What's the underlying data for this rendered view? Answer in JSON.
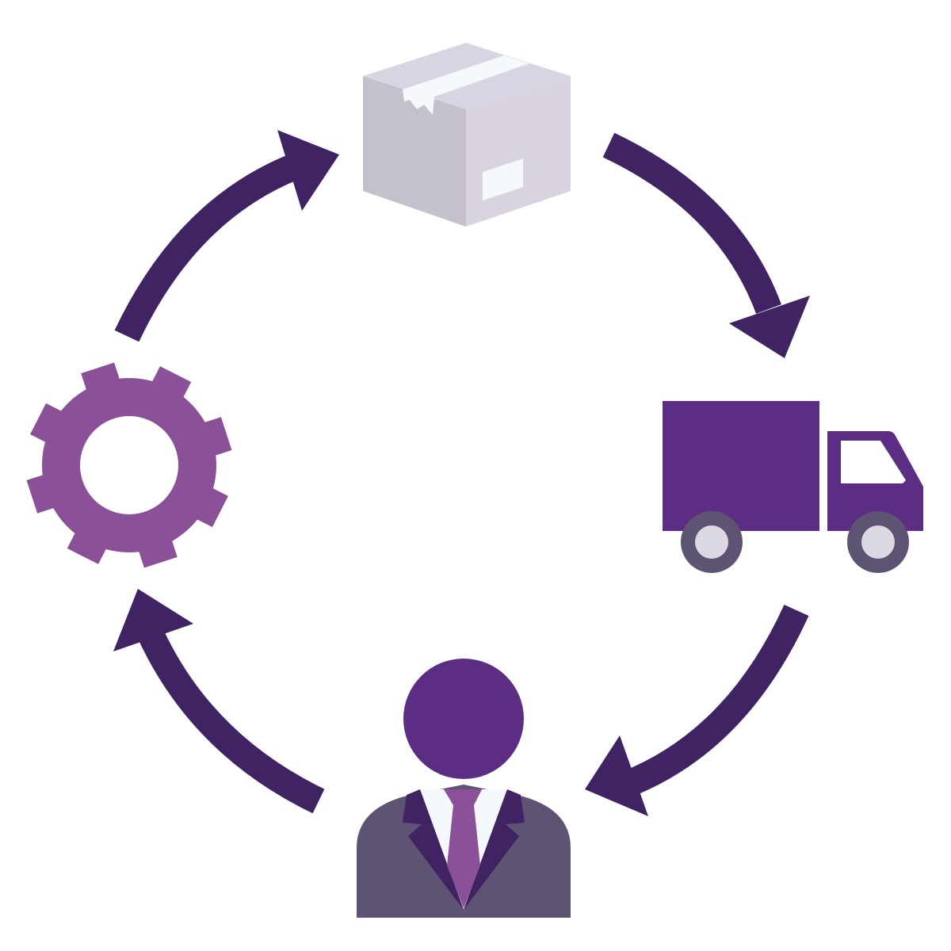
{
  "diagram": {
    "type": "cycle",
    "direction": "clockwise",
    "nodes": [
      {
        "id": "package",
        "icon": "package-box-icon"
      },
      {
        "id": "delivery",
        "icon": "delivery-truck-icon"
      },
      {
        "id": "customer",
        "icon": "businessman-icon"
      },
      {
        "id": "processing",
        "icon": "gear-icon"
      }
    ],
    "arrows": [
      {
        "from": "package",
        "to": "delivery",
        "icon": "curved-arrow-icon"
      },
      {
        "from": "delivery",
        "to": "customer",
        "icon": "curved-arrow-icon"
      },
      {
        "from": "customer",
        "to": "processing",
        "icon": "curved-arrow-icon"
      },
      {
        "from": "processing",
        "to": "package",
        "icon": "curved-arrow-icon"
      }
    ]
  },
  "colors": {
    "arrow": "#3f2363",
    "truck": "#5b2d83",
    "gear": "#8a5198",
    "person_head": "#5b2d83",
    "person_suit": "#5f5373",
    "person_tie": "#8a5198",
    "box_light": "#d9d4e1",
    "box_shadow": "#c4c1cc",
    "wheel_rim": "#5f5373",
    "wheel_hub": "#dcd8e2"
  }
}
